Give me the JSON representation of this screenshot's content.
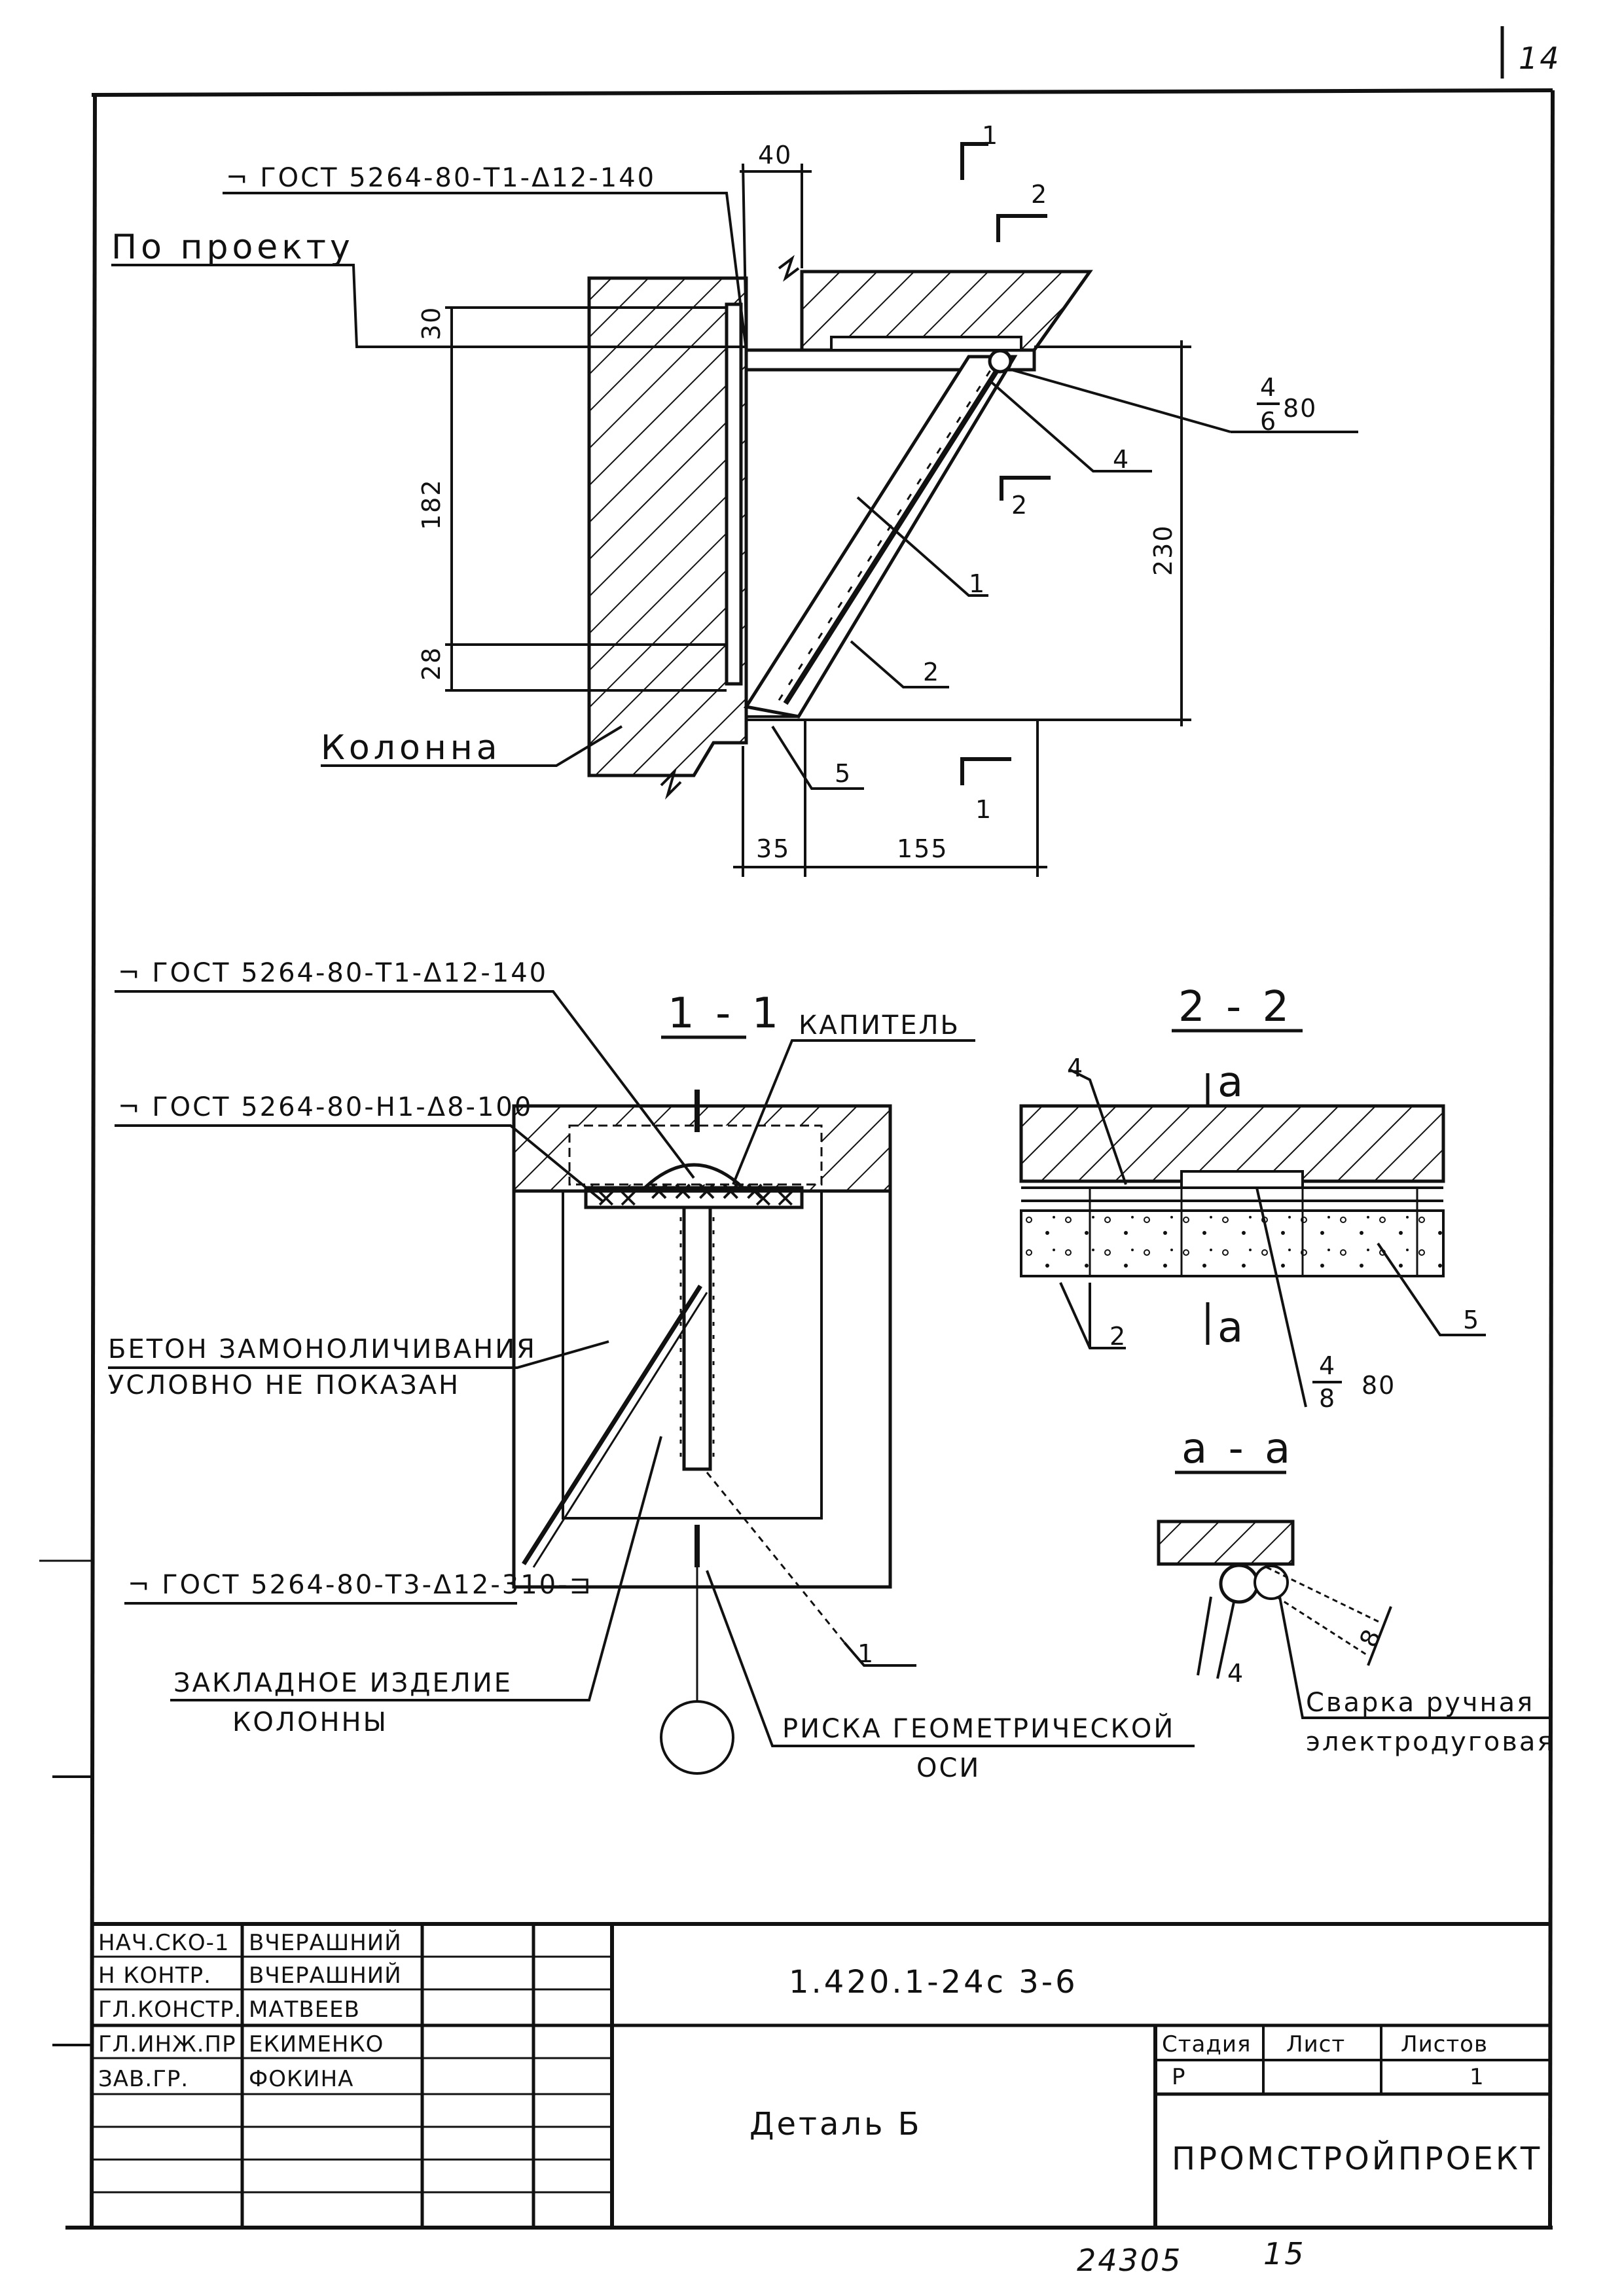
{
  "sheet": {
    "page_number": "14",
    "archive_number": "24305",
    "archive_page": "15"
  },
  "main_detail": {
    "weld_spec": "¬ ГОСТ 5264-80-Т1-Δ12-140",
    "by_project": "По проекту",
    "column_label": "Колонна",
    "dims": {
      "top_width": "40",
      "top_offset": "30",
      "height_182": "182",
      "bottom_28": "28",
      "height_230": "230",
      "bottom_35": "35",
      "bottom_155": "155"
    },
    "weld_note": {
      "num": "4",
      "den": "6",
      "length": "80"
    },
    "section_marks": [
      "1",
      "2",
      "2",
      "1"
    ],
    "callouts": [
      "1",
      "2",
      "4",
      "5"
    ]
  },
  "section_1_1": {
    "title": "1 - 1",
    "capital_label": "КАПИТЕЛЬ",
    "weld_spec_1": "¬ ГОСТ 5264-80-Т1-Δ12-140",
    "weld_spec_2": "¬ ГОСТ 5264-80-Н1-Δ8-100",
    "concrete_note_1": "БЕТОН ЗАМОНОЛИЧИВАНИЯ",
    "concrete_note_2": "УСЛОВНО НЕ ПОКАЗАН",
    "weld_spec_3": "¬ ГОСТ 5264-80-Т3-Δ12-310-⊐",
    "embedded_1": "ЗАКЛАДНОЕ ИЗДЕЛИЕ",
    "embedded_2": "КОЛОННЫ",
    "axis_1": "РИСКА ГЕОМЕТРИЧЕСКОЙ",
    "axis_2": "ОСИ",
    "callout": "1"
  },
  "section_2_2": {
    "title": "2 - 2",
    "mark_a": "a",
    "callouts": [
      "4",
      "2",
      "5"
    ],
    "weld_note": {
      "num": "4",
      "den": "8",
      "length": "80"
    }
  },
  "section_a_a": {
    "title": "a - a",
    "dim_8": "8",
    "dim_4": "4",
    "weld_1": "Сварка ручная",
    "weld_2": "электродуговая"
  },
  "title_block": {
    "rows": [
      {
        "role": "НАЧ.СКО-1",
        "name": "ВЧЕРАШНИЙ"
      },
      {
        "role": "Н КОНТР.",
        "name": "ВЧЕРАШНИЙ"
      },
      {
        "role": "ГЛ.КОНСТР.",
        "name": "МАТВЕЕВ"
      },
      {
        "role": "ГЛ.ИНЖ.ПР",
        "name": "ЕКИМЕНКО"
      },
      {
        "role": "ЗАВ.ГР.",
        "name": "ФОКИНА"
      }
    ],
    "document_code": "1.420.1-24с 3-6",
    "title": "Деталь Б",
    "stage_label": "Стадия",
    "stage_value": "Р",
    "sheet_label": "Лист",
    "sheet_value": "",
    "sheets_label": "Листов",
    "sheets_value": "1",
    "company": "ПРОМСТРОЙПРОЕКТ"
  }
}
